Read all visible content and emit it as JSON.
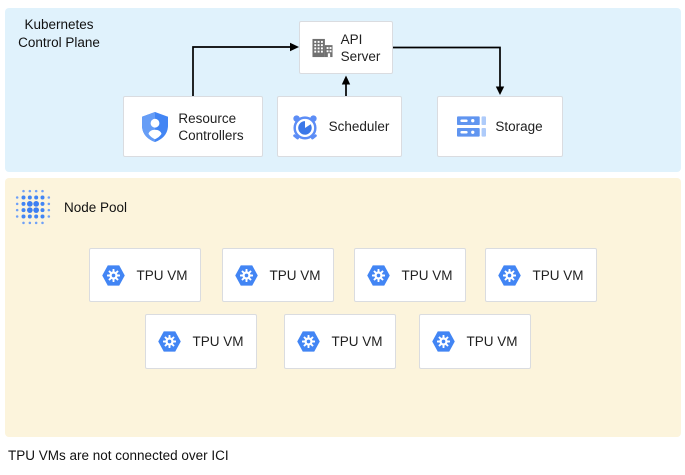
{
  "diagram": {
    "control_plane": {
      "title_line1": "Kubernetes",
      "title_line2": "Control Plane",
      "api_server": {
        "line1": "API",
        "line2": "Server"
      },
      "resource_controllers": {
        "line1": "Resource",
        "line2": "Controllers"
      },
      "scheduler": "Scheduler",
      "storage": "Storage"
    },
    "node_pool": {
      "label": "Node Pool",
      "vms": [
        "TPU VM",
        "TPU VM",
        "TPU VM",
        "TPU VM",
        "TPU VM",
        "TPU VM",
        "TPU VM"
      ]
    },
    "caption": "TPU VMs are not connected over ICI",
    "colors": {
      "control_plane_bg": "#e0f2fc",
      "node_pool_bg": "#fcf4dc",
      "box_border": "#dadce0",
      "icon_blue": "#4285f4",
      "icon_blue_light": "#669df6",
      "icon_blue_pale": "#aecbfa",
      "icon_gray": "#757575",
      "arrow": "#000000"
    }
  }
}
